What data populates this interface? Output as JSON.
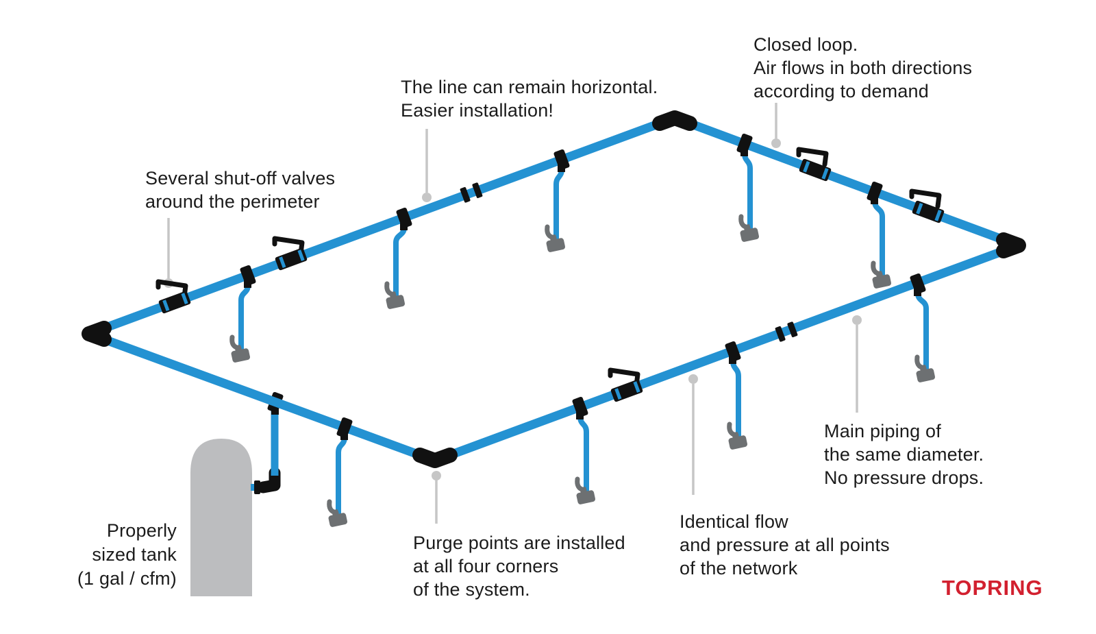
{
  "diagram": {
    "colors": {
      "pipe_blue": "#2492d2",
      "fitting_black": "#111111",
      "tank_gray": "#bcbdbf",
      "drop_gray": "#6d7072",
      "leader_gray": "#c6c6c6",
      "logo_red": "#d2202f",
      "text_dark": "#1b1b1b"
    },
    "annotations": {
      "closed_loop": {
        "lines": [
          "Closed loop.",
          "Air flows in both directions",
          "according to demand"
        ]
      },
      "horizontal": {
        "lines": [
          "The line can remain horizontal.",
          "Easier installation!"
        ]
      },
      "shutoff": {
        "lines": [
          "Several shut-off valves",
          "around the perimeter"
        ]
      },
      "tank": {
        "lines": [
          "Properly",
          "sized tank",
          "(1 gal / cfm)"
        ]
      },
      "purge": {
        "lines": [
          "Purge points are installed",
          "at all four corners",
          "of the system."
        ]
      },
      "identical": {
        "lines": [
          "Identical flow",
          "and pressure at all points",
          "of the network"
        ]
      },
      "main_piping": {
        "lines": [
          "Main piping of",
          "the same diameter.",
          "No pressure drops."
        ]
      }
    },
    "logo": "TOPRING"
  }
}
